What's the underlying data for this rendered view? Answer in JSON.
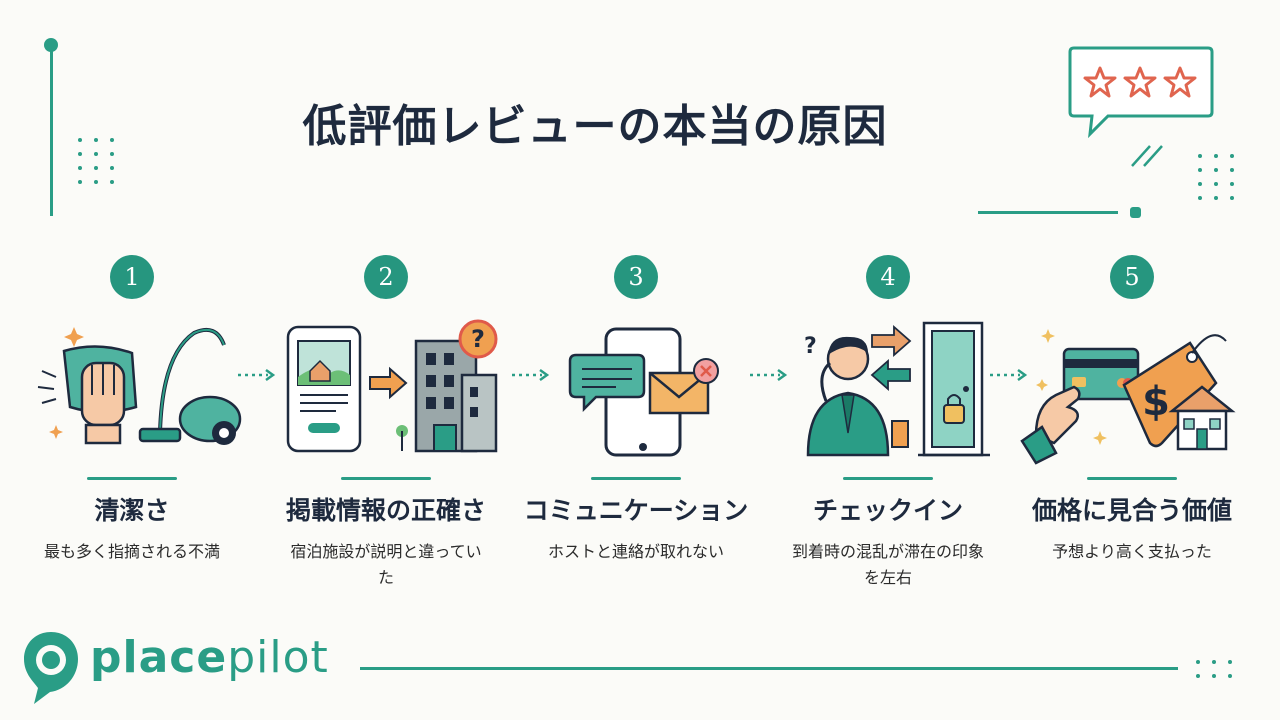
{
  "title": "低評価レビューの本当の原因",
  "colors": {
    "accent": "#2a9d86",
    "orange": "#f0a050",
    "red": "#e05a4a",
    "navy": "#1e2a3e"
  },
  "steps": [
    {
      "number": "1",
      "label": "清潔さ",
      "description": "最も多く指摘される不満",
      "icon": "cleaning-icon"
    },
    {
      "number": "2",
      "label": "掲載情報の正確さ",
      "description": "宿泊施設が説明と違っていた",
      "icon": "listing-accuracy-icon"
    },
    {
      "number": "3",
      "label": "コミュニケーション",
      "description": "ホストと連絡が取れない",
      "icon": "communication-icon"
    },
    {
      "number": "4",
      "label": "チェックイン",
      "description": "到着時の混乱が滞在の印象を左右",
      "icon": "check-in-icon"
    },
    {
      "number": "5",
      "label": "価格に見合う価値",
      "description": "予想より高く支払った",
      "icon": "value-icon"
    }
  ],
  "logo": {
    "bold": "place",
    "light": "pilot"
  }
}
